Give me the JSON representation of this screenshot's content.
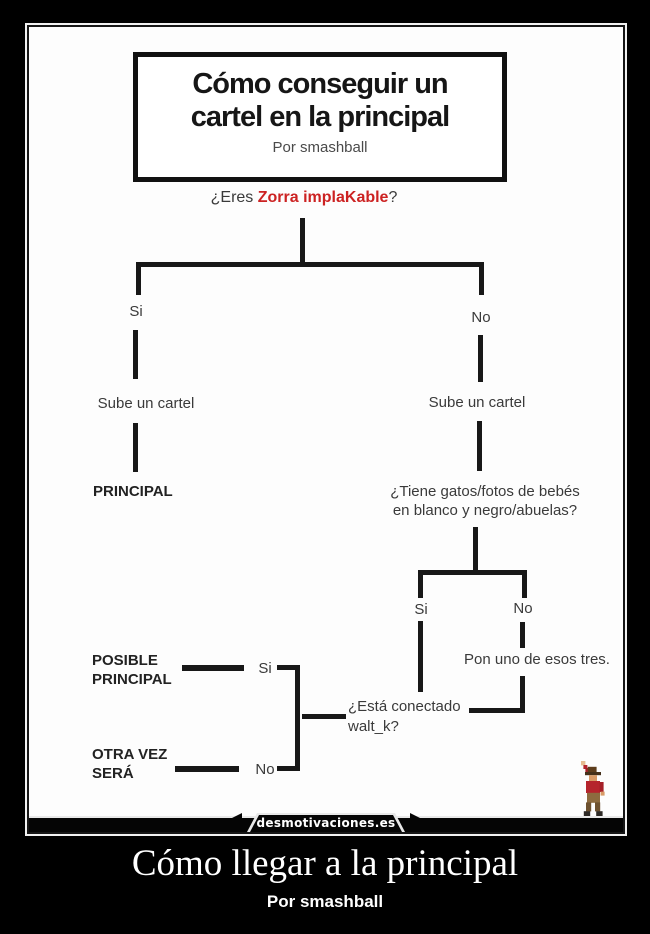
{
  "photo": {
    "title_box": {
      "line1": "Cómo conseguir un",
      "line2": "cartel en la principal",
      "byline": "Por smashball"
    },
    "q1": {
      "prefix": "¿Eres ",
      "highlight": "Zorra implaKable",
      "suffix": "?"
    },
    "branch1": {
      "yes": "Si",
      "no": "No",
      "yes_action": "Sube un cartel",
      "no_action": "Sube un cartel",
      "yes_result": "PRINCIPAL"
    },
    "q2": {
      "line1": "¿Tiene gatos/fotos de bebés",
      "line2": "en blanco y negro/abuelas?",
      "yes": "Si",
      "no": "No",
      "no_action": "Pon uno de esos tres."
    },
    "q3": {
      "line1": "¿Está conectado",
      "line2": "walt_k?",
      "yes": "Si",
      "no": "No",
      "yes_result_line1": "POSIBLE",
      "yes_result_line2": "PRINCIPAL",
      "no_result_line1": "OTRA VEZ",
      "no_result_line2": "SERÁ"
    },
    "watermark": "desmotivaciones.es"
  },
  "caption": {
    "title": "Cómo llegar a la principal",
    "byline": "Por smashball"
  },
  "colors": {
    "background": "#000000",
    "photo_background": "#fdfdfd",
    "flow_line": "#181818",
    "flow_text": "#3a3a3a",
    "highlight_red": "#cc2222",
    "caption_text": "#ffffff"
  },
  "icons": {
    "figure": "pixel-cowboy-waving"
  }
}
